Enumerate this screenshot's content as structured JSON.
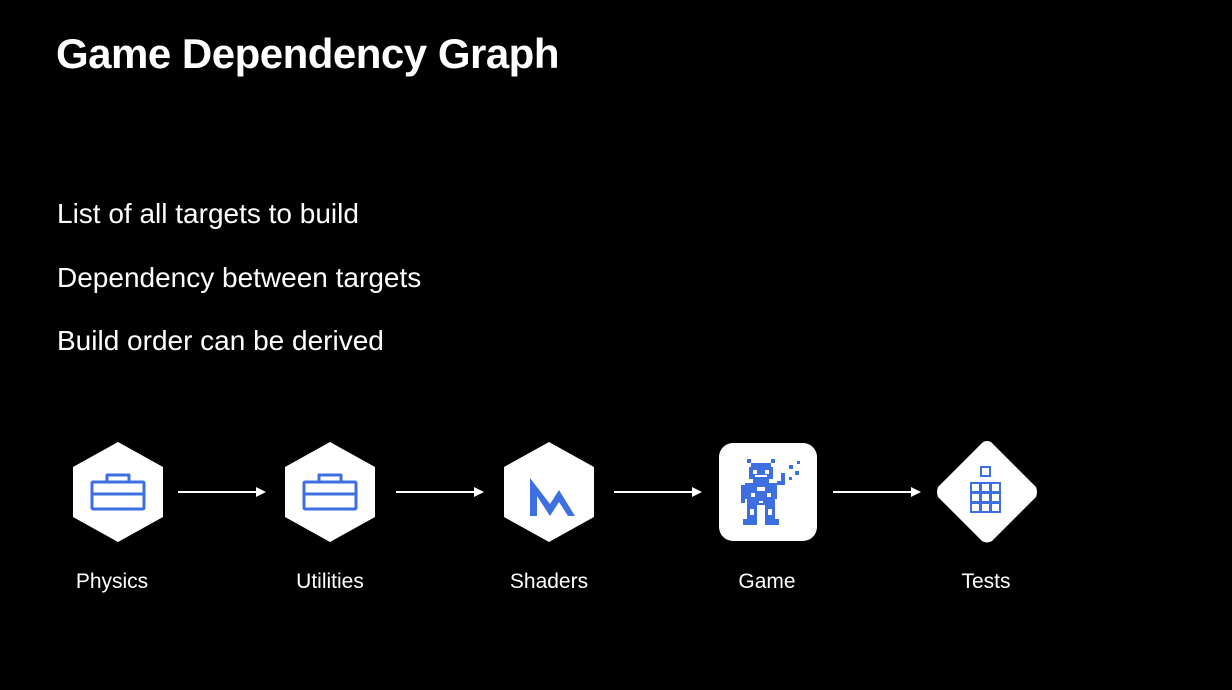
{
  "slide": {
    "title": "Game Dependency Graph",
    "bullets": [
      "List of all targets to build",
      "Dependency between targets",
      "Build order can be derived"
    ]
  },
  "graph": {
    "nodes": [
      {
        "label": "Physics",
        "icon": "toolbox-icon",
        "shape": "hexagon"
      },
      {
        "label": "Utilities",
        "icon": "toolbox-icon",
        "shape": "hexagon"
      },
      {
        "label": "Shaders",
        "icon": "metal-m-icon",
        "shape": "hexagon"
      },
      {
        "label": "Game",
        "icon": "pixel-character-icon",
        "shape": "rounded-square"
      },
      {
        "label": "Tests",
        "icon": "test-grid-icon",
        "shape": "diamond"
      }
    ],
    "edges": [
      {
        "from": "Physics",
        "to": "Utilities"
      },
      {
        "from": "Utilities",
        "to": "Shaders"
      },
      {
        "from": "Shaders",
        "to": "Game"
      },
      {
        "from": "Game",
        "to": "Tests"
      }
    ]
  },
  "colors": {
    "background": "#000000",
    "text": "#ffffff",
    "node_fill": "#ffffff",
    "icon_accent": "#3d6fe0",
    "arrow": "#ffffff"
  }
}
